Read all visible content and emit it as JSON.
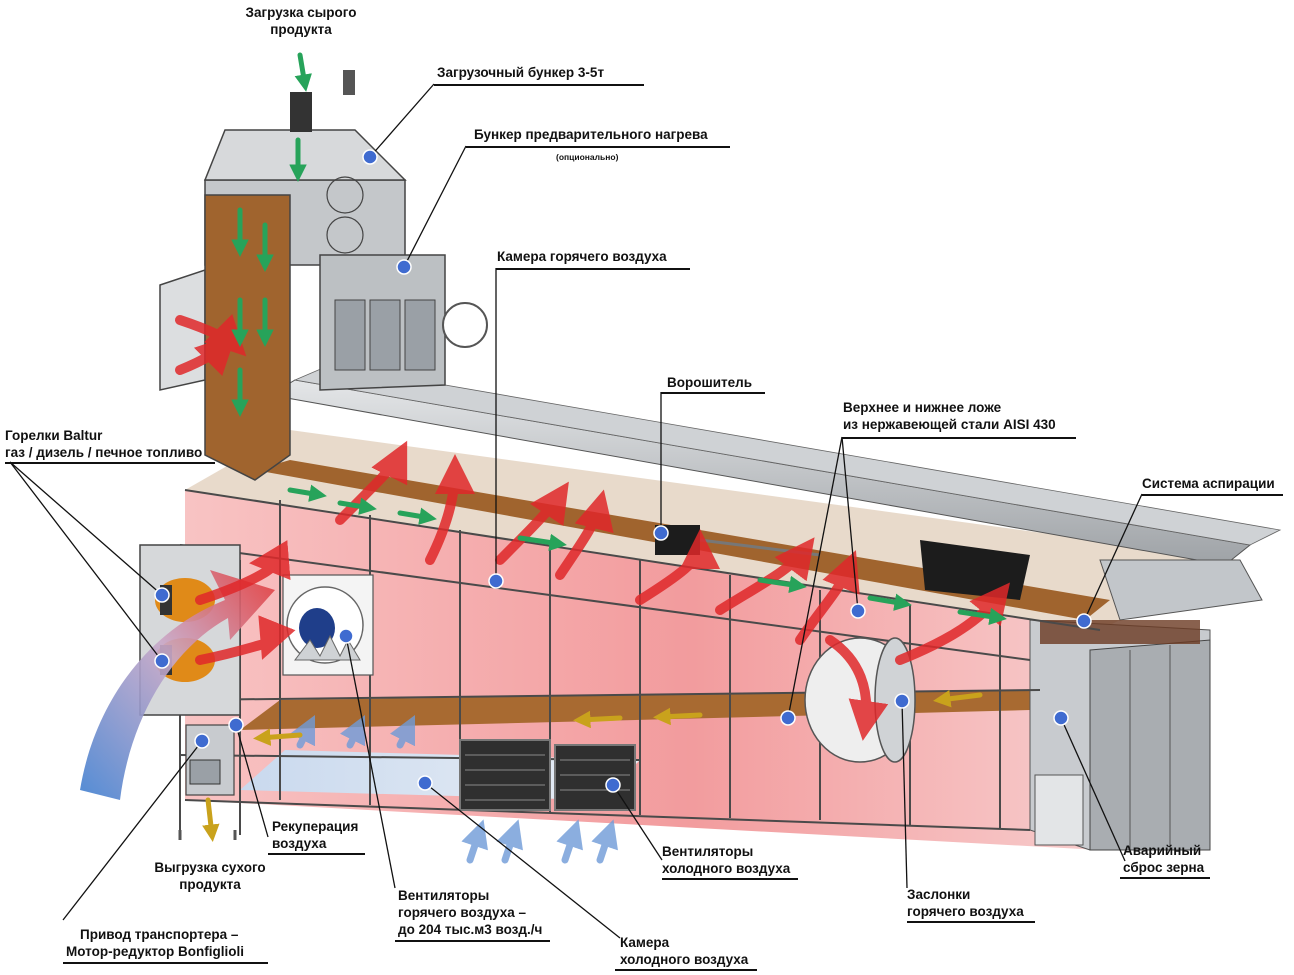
{
  "labels": {
    "raw_loading": [
      "Загрузка сырого",
      "продукта"
    ],
    "loading_hopper": "Загрузочный бункер 3-5т",
    "preheat_hopper": "Бункер предварительного нагрева",
    "preheat_optional": "(опционально)",
    "hot_air_chamber": "Камера горячего воздуха",
    "agitator": "Ворошитель",
    "beds": [
      "Верхнее и нижнее ложе",
      "из нержавеющей стали AISI 430"
    ],
    "burners": [
      "Горелки Baltur",
      "газ / дизель / печное топливо"
    ],
    "aspiration": "Система аспирации",
    "recuperation": [
      "Рекуперация",
      "воздуха"
    ],
    "dry_unloading": [
      "Выгрузка сухого",
      "продукта"
    ],
    "drive": [
      "Привод транспортера –",
      "Мотор-редуктор Bonfiglioli"
    ],
    "hot_fans": [
      "Вентиляторы",
      "горячего воздуха –",
      "до 204 тыс.м3 возд./ч"
    ],
    "cold_fans": [
      "Вентиляторы",
      "холодного воздуха"
    ],
    "cold_chamber": [
      "Камера",
      "холодного воздуха"
    ],
    "hot_dampers": [
      "Заслонки",
      "горячего воздуха"
    ],
    "emergency": [
      "Аварийный",
      "сброс зерна"
    ]
  },
  "colors": {
    "frame": "#4a4a4a",
    "steel": "#b9bcc0",
    "grain": "#a0642e",
    "hot_air": "#e0282a",
    "cold_air": "#4f86c9",
    "grain_flow": "#27a35a",
    "dot": "#3f6bd0",
    "leader": "#111111"
  }
}
